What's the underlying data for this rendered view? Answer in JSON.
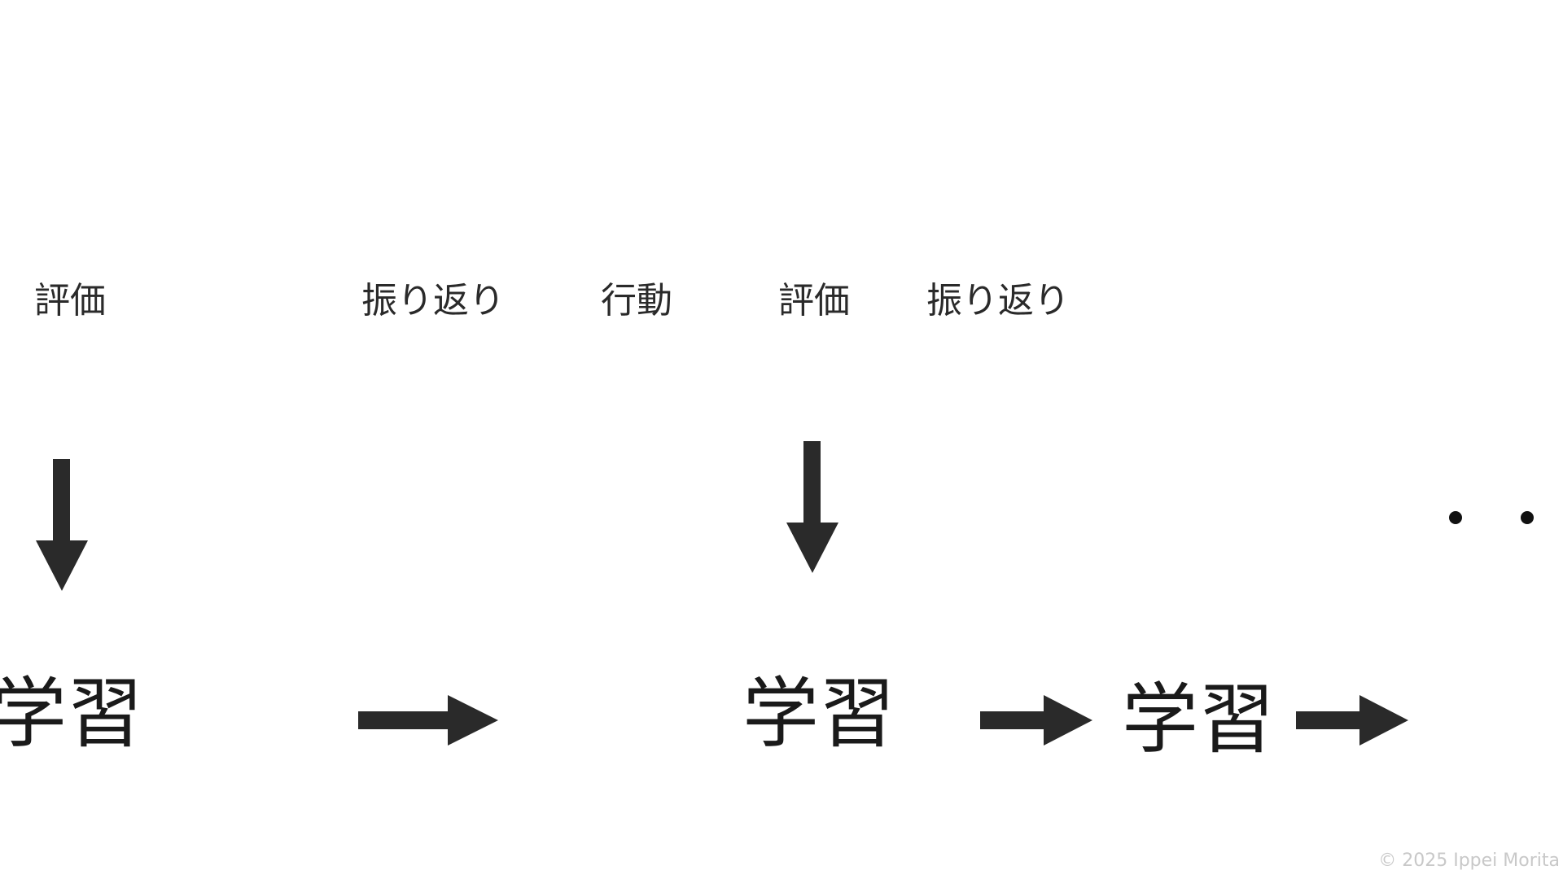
{
  "labels": {
    "l1": "評価",
    "l2": "振り返り",
    "l3": "行動",
    "l4": "評価",
    "l5": "振り返り"
  },
  "nodes": {
    "n1": "学習",
    "n2": "学習",
    "n3": "学習"
  },
  "copyright": "© 2025 Ippei Morita",
  "colors": {
    "arrow": "#2a2a2a",
    "text": "#1a1a1a",
    "dots": "#111111",
    "copyright": "#c8c8c8"
  }
}
